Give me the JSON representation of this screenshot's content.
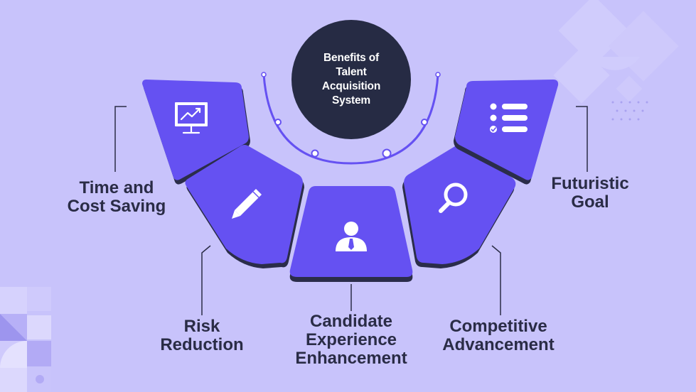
{
  "center": {
    "title": "Benefits of Talent Acquisition System"
  },
  "items": [
    {
      "label_line1": "Time and",
      "label_line2": "Cost Saving",
      "icon": "presentation-chart-icon"
    },
    {
      "label_line1": "Risk",
      "label_line2": "Reduction",
      "icon": "pencil-icon"
    },
    {
      "label_line1": "Candidate",
      "label_line2": "Experience",
      "label_line3": "Enhancement",
      "icon": "user-icon"
    },
    {
      "label_line1": "Competitive",
      "label_line2": "Advancement",
      "icon": "magnifier-icon"
    },
    {
      "label_line1": "Futuristic",
      "label_line2": "Goal",
      "icon": "checklist-icon"
    }
  ],
  "colors": {
    "background": "#c8c3fb",
    "segment": "#6551f2",
    "segment_shadow": "#2b2d4a",
    "center_circle": "#262b44",
    "text": "#2a2c46",
    "arc": "#6551f2"
  }
}
